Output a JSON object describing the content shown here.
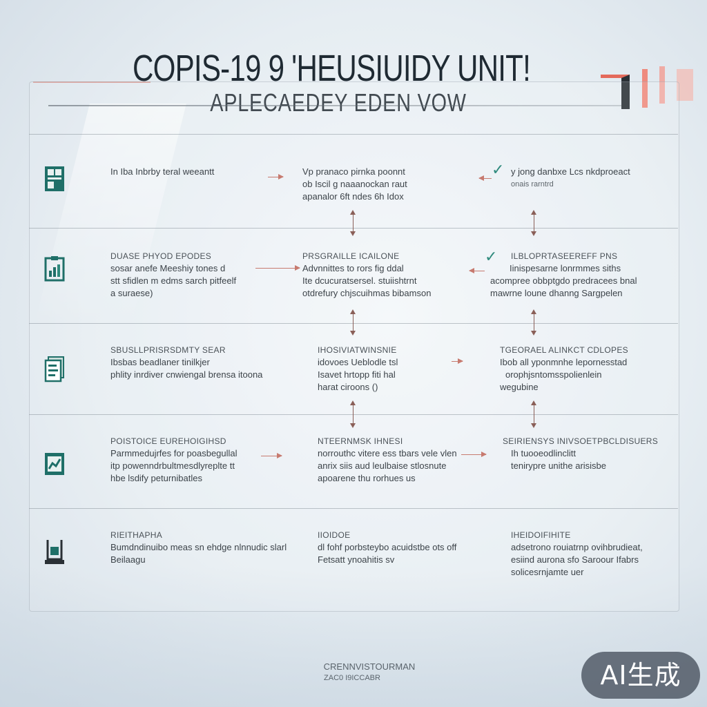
{
  "header": {
    "title": "COPIS-19 9 'HEUSIUIDY UNIT!",
    "subtitle": "APLECAEDEY EDEN   VOW"
  },
  "colors": {
    "accent": "#e46a5b",
    "icon_teal": "#1f6f68",
    "dark": "#2a3035"
  },
  "rows": [
    {
      "icon": "table-grid-icon",
      "col1": {
        "heading": "",
        "lines": [
          "In Iba Inbrby teral weeantt"
        ]
      },
      "col2": {
        "heading": "",
        "lines": [
          "Vp pranaco pirnka poonnt",
          "ob Iscil g naaanockan raut",
          "apanalor 6ft ndes 6h Idox"
        ]
      },
      "col3": {
        "heading": "",
        "lines": [
          "y jong danbxe Lcs nkdproeact",
          "onais rarntrd"
        ]
      }
    },
    {
      "icon": "clipboard-chart-icon",
      "col1": {
        "heading": "DUASE PHYOD EPodes",
        "lines": [
          "sosar anefe Meeshiy tones d",
          "stt sfidlen m edms sarch pitfeelf",
          "a suraese)"
        ]
      },
      "col2": {
        "heading": "PRSGRAILLE ICAILONE",
        "lines": [
          "Advnnittes to rors fig ddal",
          "Ite dcucuratsersel. stuiishtrnt",
          "otdrefury chjscuihmas bibamson"
        ]
      },
      "col3": {
        "heading": "Ilbloprtaseereff PNs",
        "lines": [
          "Iinispesarne lonrmmes siths",
          "acompree obbptgdo predracees bnal",
          "mawrne loune dhanng Sargpelen"
        ]
      }
    },
    {
      "icon": "document-stack-icon",
      "col1": {
        "heading": "SBUSLLPRISRSDMTY SEAR",
        "lines": [
          "Ibsbas beadlaner tinilkjer",
          "phlity inrdiver cnwiengal brensa itoona"
        ]
      },
      "col2": {
        "heading": "IHOSIVIATWINSNIE",
        "lines": [
          "idovoes Ueblodle tsl",
          "Isavet hrtopp fiti hal",
          "harat ciroons ()"
        ]
      },
      "col3": {
        "heading": "TGEORAEL ALINKCT CDLOPES",
        "lines": [
          "Ibob all yponmnhe lepornesstad",
          "orophjsntomsspolienlein",
          "wegubine"
        ]
      }
    },
    {
      "icon": "folder-chart-icon",
      "col1": {
        "heading": "POISTOICE EUREHOIGIHSD",
        "lines": [
          "Parmmedujrfes for poasbegullal",
          "itp powenndrbultmesdlyreplte tt",
          "hbe lsdify peturnibatles"
        ]
      },
      "col2": {
        "heading": "NTEERNMSK IHNESI",
        "lines": [
          "norrouthc vitere ess tbars vele vlen",
          "anrix siis aud leulbaise stlosnute",
          "apoarene thu rorhues us"
        ]
      },
      "col3": {
        "heading": "SEIRIENSYS INIVSOETPBCLDISuers",
        "lines": [
          "Ih tuooeodlinclitt",
          "tenirypre unithe arisisbe"
        ]
      }
    },
    {
      "icon": "book-bracket-icon",
      "col1": {
        "heading": "RIEITHAPHA",
        "lines": [
          "Bumdndinuibo meas sn ehdge nlnnudic slarl",
          "Beilaagu"
        ]
      },
      "col2": {
        "heading": "IIOIDOE",
        "lines": [
          "dl fohf porbsteybo acuidstbe ots off",
          "Fetsatt ynoahitis sv"
        ]
      },
      "col3": {
        "heading": "IHEIDOIFIHITE",
        "lines": [
          "adsetrono rouiatrnp ovihbrudieat,",
          "esiind aurona sfo Saroour Ifabrs",
          "solicesrnjamte uer"
        ]
      }
    }
  ],
  "footer": {
    "line1": "CRENNVISTOURMAN",
    "line2": "ZAC0 I9ICCABR"
  },
  "badge": {
    "label": "AI生成"
  }
}
